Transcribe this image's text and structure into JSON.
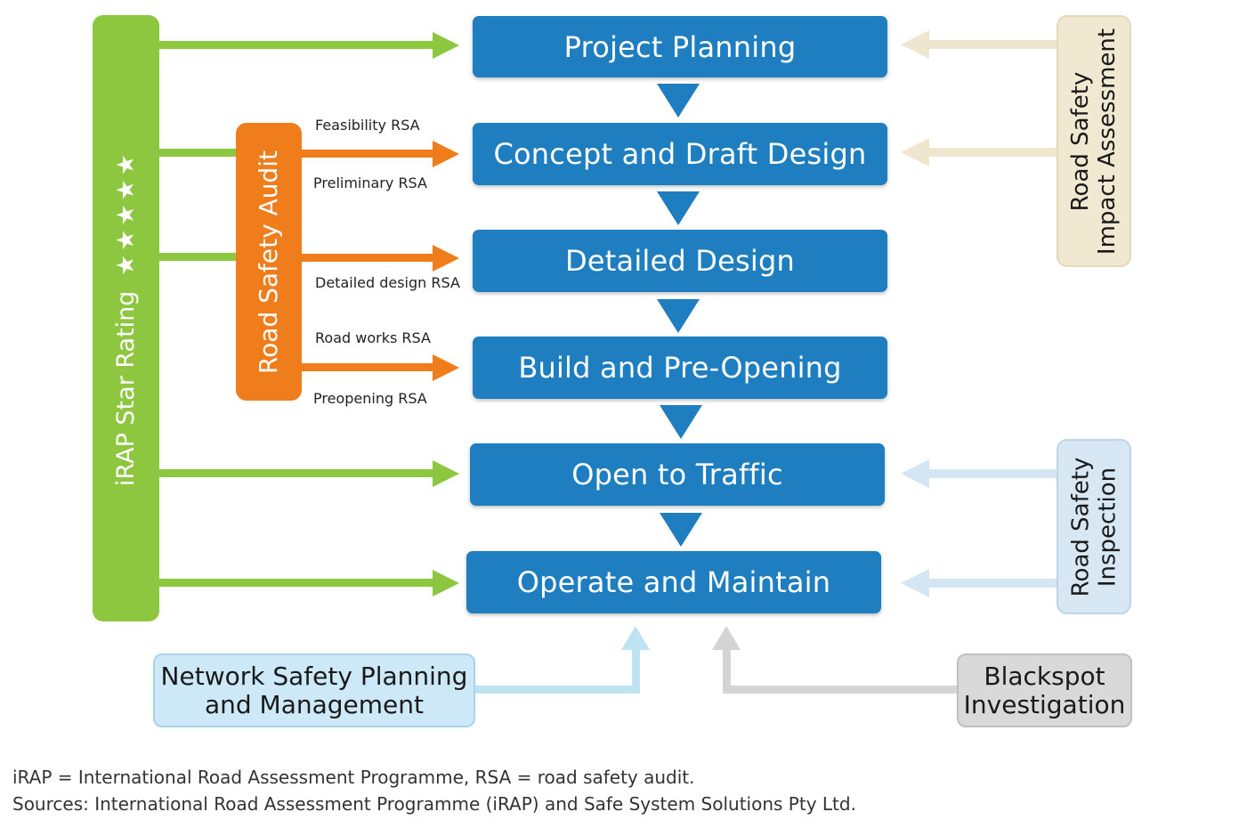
{
  "stages": [
    {
      "label": "Project Planning"
    },
    {
      "label": "Concept and Draft Design"
    },
    {
      "label": "Detailed Design"
    },
    {
      "label": "Build and Pre-Opening"
    },
    {
      "label": "Open to Traffic"
    },
    {
      "label": "Operate and Maintain"
    }
  ],
  "irap_bar": {
    "label": "iRAP Star Rating",
    "stars": "★★★★★"
  },
  "rsa_bar": {
    "label": "Road Safety Audit"
  },
  "rsa_labels": [
    "Feasibility RSA",
    "Preliminary RSA",
    "Detailed design RSA",
    "Road works RSA",
    "Preopening RSA"
  ],
  "rsia_bar": {
    "line1": "Road Safety",
    "line2": "Impact Assessment"
  },
  "rsi_bar": {
    "line1": "Road Safety",
    "line2": "Inspection"
  },
  "nspm_box": {
    "line1": "Network Safety Planning",
    "line2": "and Management"
  },
  "bsi_box": {
    "line1": "Blackspot",
    "line2": "Investigation"
  },
  "footnotes": [
    "iRAP = International Road Assessment Programme, RSA = road safety audit.",
    "Sources: International Road Assessment Programme (iRAP) and Safe System Solutions Pty Ltd."
  ],
  "colors": {
    "stage": "#1f7ec0",
    "green": "#8dc63f",
    "orange": "#f07d1b",
    "beige": "#efe6d0",
    "light_blue": "#d4e6f3",
    "nspm_arrow": "#bfe3f2",
    "grey_arrow": "#d4d4d4"
  }
}
